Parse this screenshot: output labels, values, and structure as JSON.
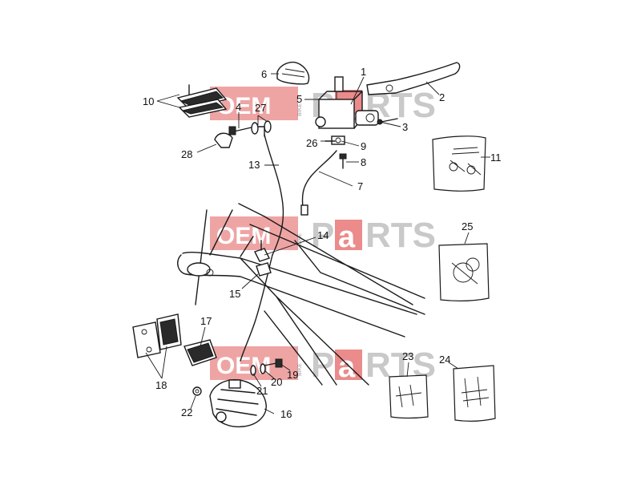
{
  "diagram": {
    "part_numbers": [
      "1",
      "2",
      "3",
      "4",
      "5",
      "6",
      "7",
      "8",
      "9",
      "10",
      "11",
      "13",
      "14",
      "15",
      "16",
      "17",
      "18",
      "19",
      "20",
      "21",
      "22",
      "23",
      "24",
      "25",
      "26",
      "27",
      "28"
    ]
  },
  "watermark": {
    "brand_left": "OEM",
    "brand_vertical": "BIKE",
    "brand_right_pre": "P",
    "brand_right_a": "a",
    "brand_right_post": "RTS"
  },
  "colors": {
    "watermark_red": "#e25a5a",
    "watermark_grey": "#b8b8b8",
    "line": "#1a1a1a"
  }
}
